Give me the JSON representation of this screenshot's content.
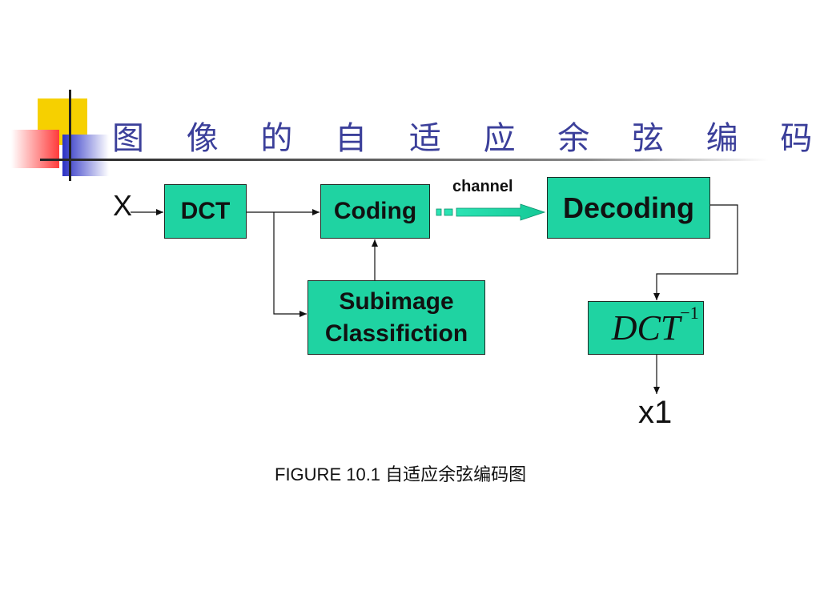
{
  "title": "图 像 的 自 适 应 余 弦 编 码",
  "diagram": {
    "input_label": "X",
    "output_label": "x1",
    "channel_label": "channel",
    "nodes": {
      "dct": "DCT",
      "coding": "Coding",
      "decoding": "Decoding",
      "subimage_line1": "Subimage",
      "subimage_line2": "Classifiction",
      "idct_base": "DCT",
      "idct_sup": "−1"
    }
  },
  "caption": "FIGURE 10.1  自适应余弦编码图",
  "colors": {
    "box_fill": "#1fd3a2",
    "title_color": "#3b3f9a",
    "deco_yellow": "#f6d000",
    "deco_red": "#ff4040",
    "deco_blue": "#2c33c8"
  }
}
